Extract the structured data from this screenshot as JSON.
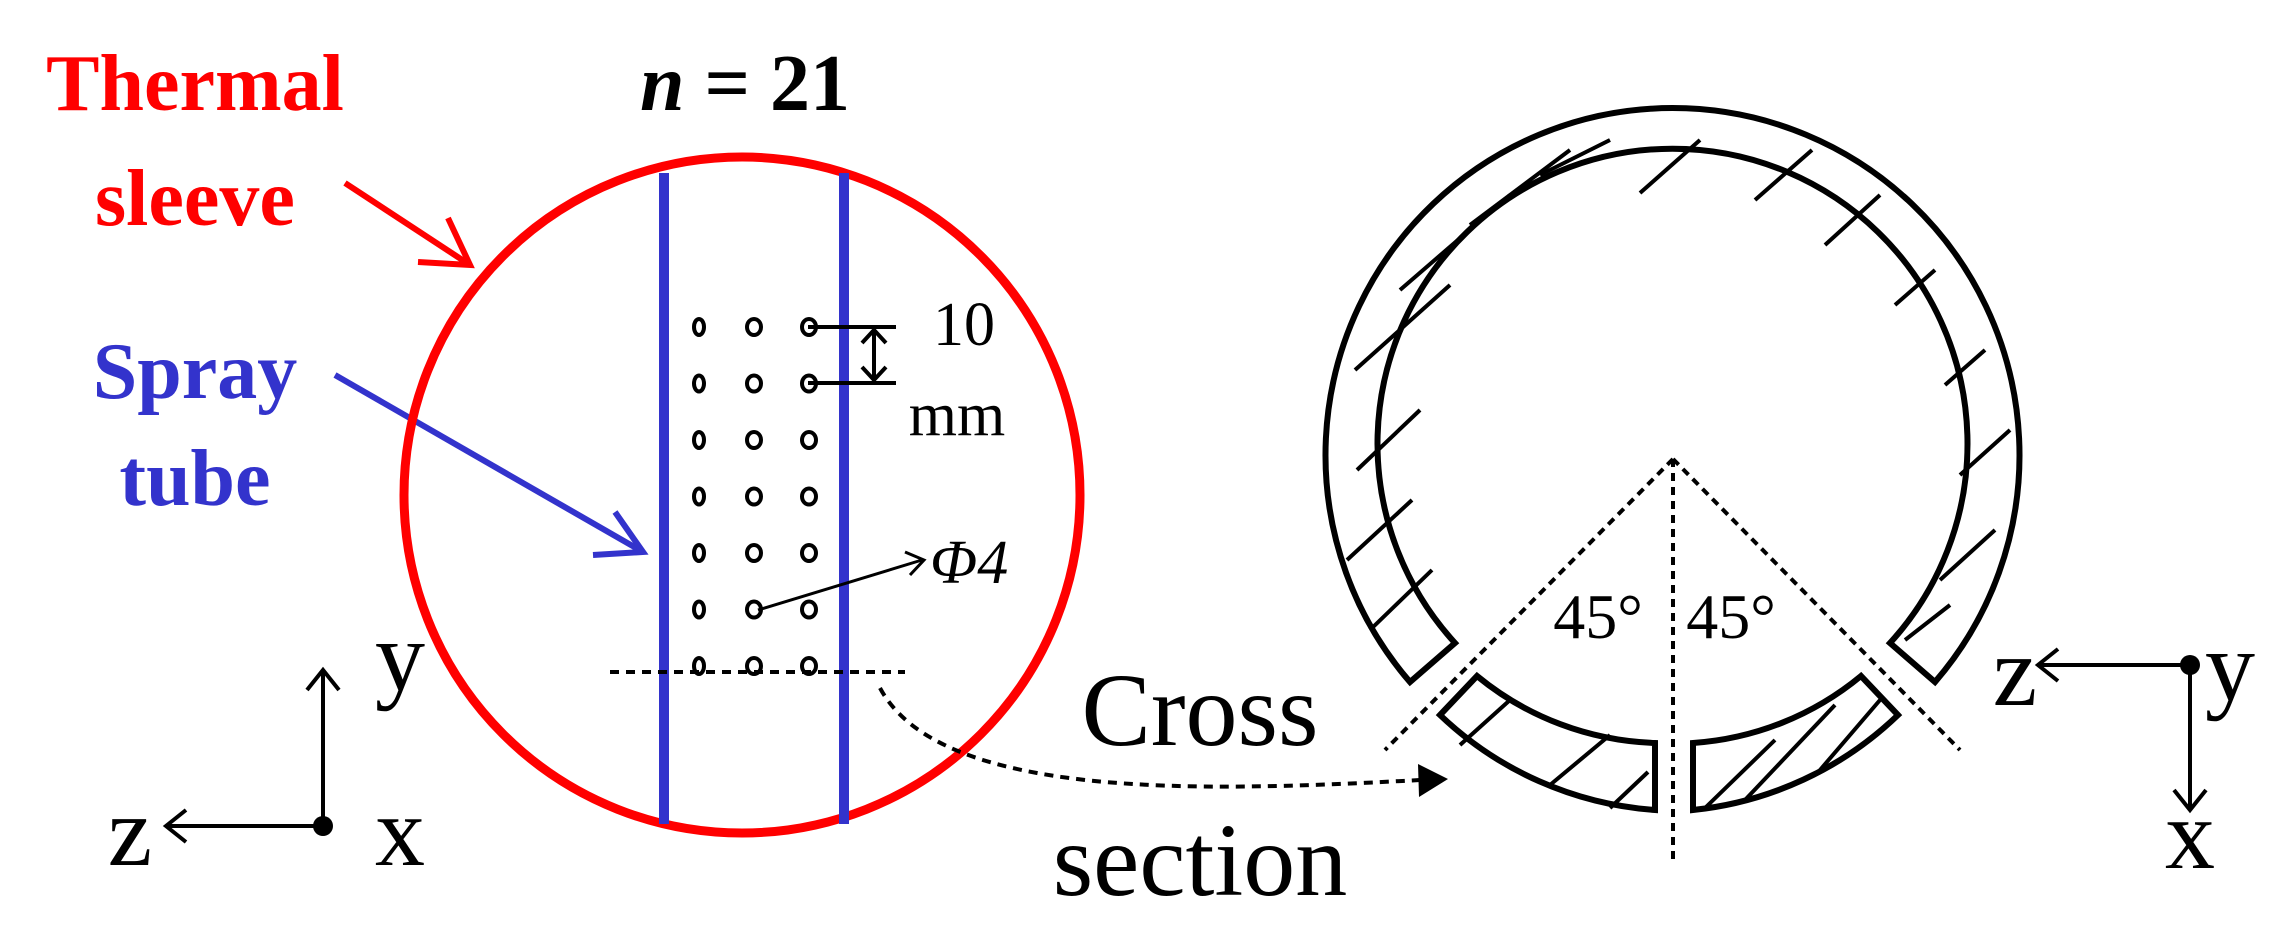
{
  "labels": {
    "thermal_sleeve_line1": "Thermal",
    "thermal_sleeve_line2": "sleeve",
    "spray_tube_line1": "Spray",
    "spray_tube_line2": "tube",
    "n_symbol": "n",
    "n_value": " = 21",
    "spacing_value": "10",
    "spacing_unit": "mm",
    "hole_diameter_symbol": "Φ",
    "hole_diameter_value": "4",
    "cross_section_line1": "Cross",
    "cross_section_line2": "section",
    "angle_left": "45°",
    "angle_right": "45°"
  },
  "axes_left": {
    "vertical": "y",
    "horizontal": "z",
    "out_of_plane": "x"
  },
  "axes_right": {
    "horizontal": "z",
    "out_of_plane": "y",
    "vertical": "x"
  },
  "hole_grid": {
    "rows": 7,
    "columns": 3
  },
  "colors": {
    "thermal_sleeve": "#ff0000",
    "spray_tube": "#3333cc",
    "ink": "#000000"
  }
}
